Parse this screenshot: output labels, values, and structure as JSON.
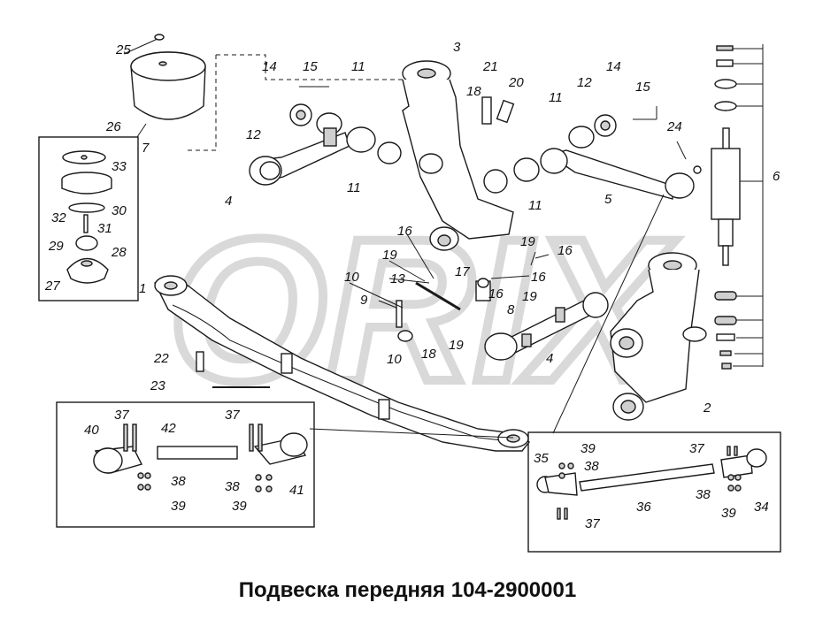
{
  "caption": "Подвеска передняя 104-2900001",
  "watermark": "ORIX",
  "callouts": {
    "c1": "1",
    "c2": "2",
    "c3": "3",
    "c4a": "4",
    "c4b": "4",
    "c5": "5",
    "c6": "6",
    "c7": "7",
    "c8": "8",
    "c9": "9",
    "c10a": "10",
    "c10b": "10",
    "c11a": "11",
    "c11b": "11",
    "c11c": "11",
    "c11d": "11",
    "c12a": "12",
    "c12b": "12",
    "c13": "13",
    "c14a": "14",
    "c14b": "14",
    "c15a": "15",
    "c15b": "15",
    "c16a": "16",
    "c16b": "16",
    "c16c": "16",
    "c16d": "16",
    "c17": "17",
    "c18a": "18",
    "c18b": "18",
    "c19a": "19",
    "c19b": "19",
    "c19c": "19",
    "c19d": "19",
    "c20": "20",
    "c21": "21",
    "c22": "22",
    "c23": "23",
    "c24": "24",
    "c25": "25",
    "c26": "26",
    "c27": "27",
    "c28": "28",
    "c29": "29",
    "c30": "30",
    "c31": "31",
    "c32": "32",
    "c33": "33",
    "c34": "34",
    "c35": "35",
    "c36": "36",
    "c37a": "37",
    "c37b": "37",
    "c37c": "37",
    "c37d": "37",
    "c38a": "38",
    "c38b": "38",
    "c38c": "38",
    "c38d": "38",
    "c39a": "39",
    "c39b": "39",
    "c39c": "39",
    "c39d": "39",
    "c40": "40",
    "c41": "41",
    "c42": "42"
  }
}
